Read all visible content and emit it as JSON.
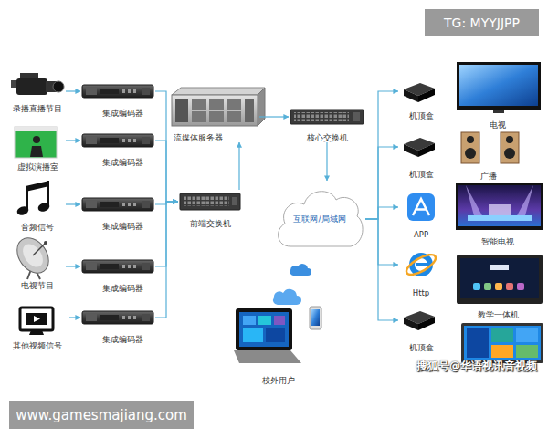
{
  "diagram": {
    "nodes": [
      {
        "text": [
          "录播直播节目"
        ]
      },
      {
        "text": [
          "虚拟演播室"
        ]
      },
      {
        "text": [
          "音频信号"
        ]
      },
      {
        "text": [
          "电视节目"
        ]
      },
      {
        "text": [
          "其他视频信号"
        ]
      },
      {
        "text": [
          "集成编码器"
        ]
      },
      {
        "text": [
          "集成编码器"
        ]
      },
      {
        "text": [
          "集成编码器"
        ]
      },
      {
        "text": [
          "集成编码器"
        ]
      },
      {
        "text": [
          "集成编码器"
        ]
      },
      {
        "text": [
          "流媒体服务器"
        ]
      },
      {
        "text": [
          "前端交换机"
        ]
      },
      {
        "text": [
          "核心交换机"
        ]
      },
      {
        "text": [
          "互联网/局域网"
        ]
      },
      {
        "text": [
          "校外用户"
        ]
      },
      {
        "text": [
          "机顶盒"
        ]
      },
      {
        "text": [
          "机顶盒"
        ]
      },
      {
        "text": [
          "APP"
        ]
      },
      {
        "text": [
          "Http"
        ]
      },
      {
        "text": [
          "机顶盒"
        ]
      },
      {
        "text": [
          "电视"
        ]
      },
      {
        "text": [
          "广播"
        ]
      },
      {
        "text": [
          "智能电视"
        ]
      },
      {
        "text": [
          "教学一体机"
        ]
      }
    ],
    "edges": [
      {
        "from": 0,
        "to": 5,
        "arrow": "to"
      },
      {
        "from": 1,
        "to": 6,
        "arrow": "to"
      },
      {
        "from": 2,
        "to": 7,
        "arrow": "to"
      },
      {
        "from": 3,
        "to": 8,
        "arrow": "to"
      },
      {
        "from": 4,
        "to": 9,
        "arrow": "to"
      },
      {
        "from": 5,
        "to": 11,
        "arrow": "to"
      },
      {
        "from": 6,
        "to": 11,
        "arrow": "to"
      },
      {
        "from": 7,
        "to": 11,
        "arrow": "to"
      },
      {
        "from": 8,
        "to": 11,
        "arrow": "to"
      },
      {
        "from": 9,
        "to": 11,
        "arrow": "to"
      },
      {
        "from": 11,
        "to": 10,
        "arrow": "to"
      },
      {
        "from": 10,
        "to": 12,
        "arrow": "to"
      },
      {
        "from": 12,
        "to": 13,
        "arrow": "to"
      },
      {
        "from": 13,
        "to": 15,
        "arrow": "to"
      },
      {
        "from": 13,
        "to": 16,
        "arrow": "to"
      },
      {
        "from": 13,
        "to": 17,
        "arrow": "to"
      },
      {
        "from": 13,
        "to": 18,
        "arrow": "to"
      },
      {
        "from": 13,
        "to": 19,
        "arrow": "to"
      }
    ],
    "labels": [
      "TG: MYYJJPP",
      "搜狐号@华语视讯音视频",
      "www.gamesmajiang.com"
    ]
  }
}
